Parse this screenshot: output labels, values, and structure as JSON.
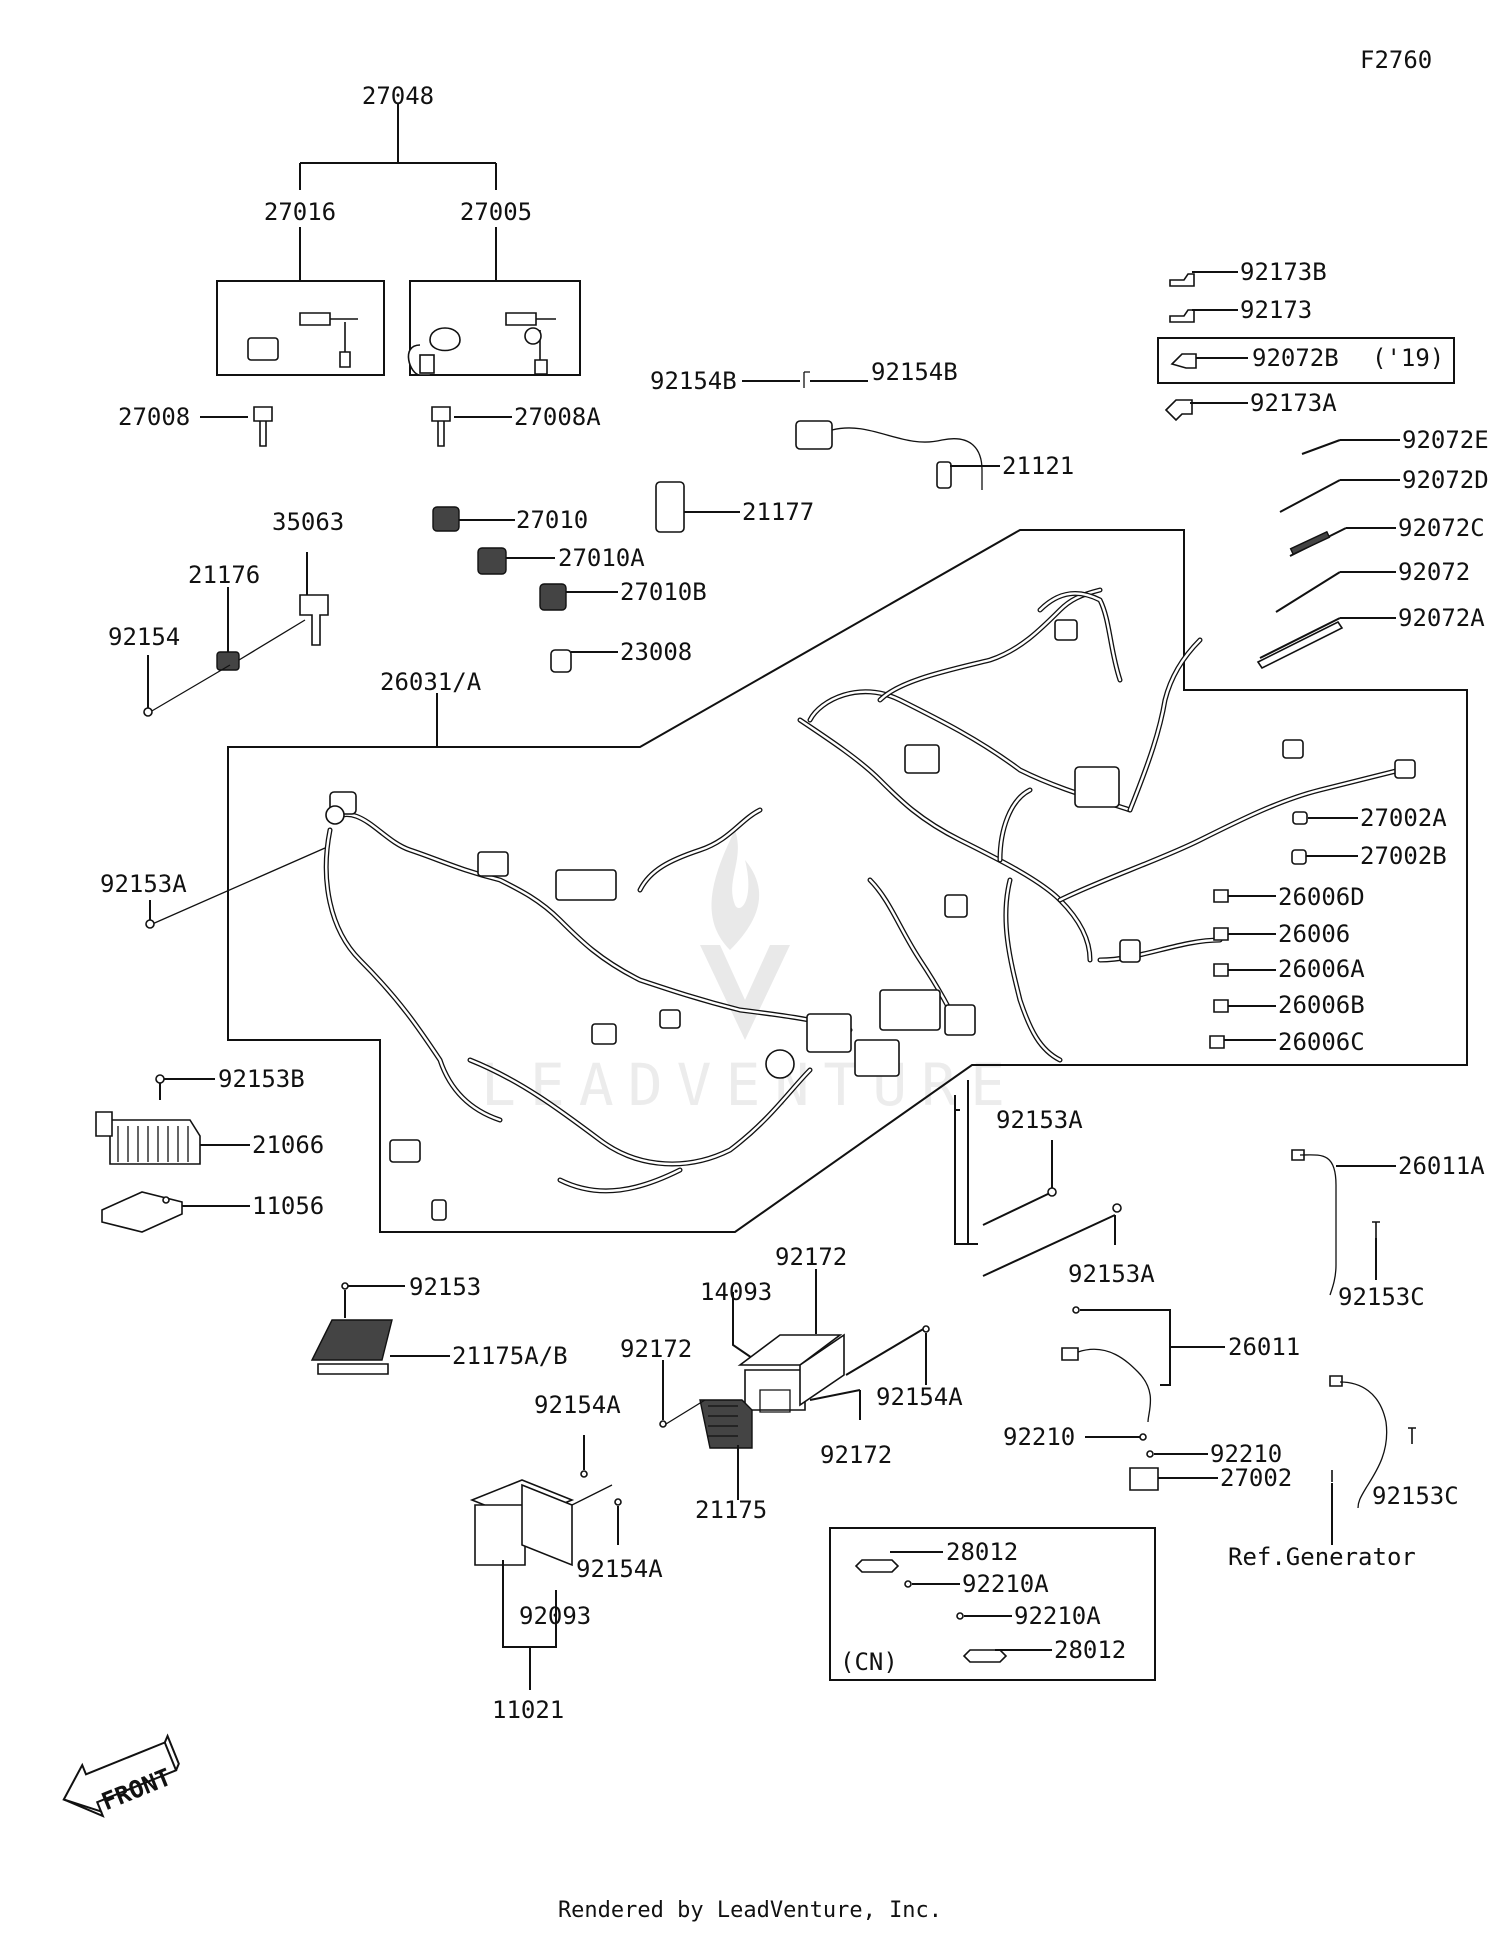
{
  "figure_id": "F2760",
  "footer": "Rendered by LeadVenture, Inc.",
  "watermark": "LEADVENTURE",
  "front_label": "FRONT",
  "parts": [
    {
      "id": "p27048",
      "label": "27048"
    },
    {
      "id": "p27016",
      "label": "27016"
    },
    {
      "id": "p27005",
      "label": "27005"
    },
    {
      "id": "p27008",
      "label": "27008"
    },
    {
      "id": "p27008A",
      "label": "27008A"
    },
    {
      "id": "p92154B_1",
      "label": "92154B"
    },
    {
      "id": "p92154B_2",
      "label": "92154B"
    },
    {
      "id": "p21121",
      "label": "21121"
    },
    {
      "id": "p21177",
      "label": "21177"
    },
    {
      "id": "p27010",
      "label": "27010"
    },
    {
      "id": "p27010A",
      "label": "27010A"
    },
    {
      "id": "p27010B",
      "label": "27010B"
    },
    {
      "id": "p23008",
      "label": "23008"
    },
    {
      "id": "p35063",
      "label": "35063"
    },
    {
      "id": "p21176",
      "label": "21176"
    },
    {
      "id": "p92154",
      "label": "92154"
    },
    {
      "id": "p26031",
      "label": "26031/A"
    },
    {
      "id": "p92153A_1",
      "label": "92153A"
    },
    {
      "id": "p92173B",
      "label": "92173B"
    },
    {
      "id": "p92173",
      "label": "92173"
    },
    {
      "id": "p92072B",
      "label": "92072B"
    },
    {
      "id": "p92072B_note",
      "label": "('19)"
    },
    {
      "id": "p92173A",
      "label": "92173A"
    },
    {
      "id": "p92072E",
      "label": "92072E"
    },
    {
      "id": "p92072D",
      "label": "92072D"
    },
    {
      "id": "p92072C",
      "label": "92072C"
    },
    {
      "id": "p92072",
      "label": "92072"
    },
    {
      "id": "p92072A",
      "label": "92072A"
    },
    {
      "id": "p27002A",
      "label": "27002A"
    },
    {
      "id": "p27002B",
      "label": "27002B"
    },
    {
      "id": "p26006D",
      "label": "26006D"
    },
    {
      "id": "p26006",
      "label": "26006"
    },
    {
      "id": "p26006A",
      "label": "26006A"
    },
    {
      "id": "p26006B",
      "label": "26006B"
    },
    {
      "id": "p26006C",
      "label": "26006C"
    },
    {
      "id": "p92153B",
      "label": "92153B"
    },
    {
      "id": "p21066",
      "label": "21066"
    },
    {
      "id": "p11056",
      "label": "11056"
    },
    {
      "id": "p92153A_2",
      "label": "92153A"
    },
    {
      "id": "p92153A_3",
      "label": "92153A"
    },
    {
      "id": "p26011A",
      "label": "26011A"
    },
    {
      "id": "p92153C_1",
      "label": "92153C"
    },
    {
      "id": "p26011",
      "label": "26011"
    },
    {
      "id": "p92210_1",
      "label": "92210"
    },
    {
      "id": "p92210_2",
      "label": "92210"
    },
    {
      "id": "p27002",
      "label": "27002"
    },
    {
      "id": "p92153C_2",
      "label": "92153C"
    },
    {
      "id": "pRefGen",
      "label": "Ref.Generator"
    },
    {
      "id": "p92153",
      "label": "92153"
    },
    {
      "id": "p21175AB",
      "label": "21175A/B"
    },
    {
      "id": "p92172_1",
      "label": "92172"
    },
    {
      "id": "p14093",
      "label": "14093"
    },
    {
      "id": "p92172_2",
      "label": "92172"
    },
    {
      "id": "p92154A_1",
      "label": "92154A"
    },
    {
      "id": "p92172_3",
      "label": "92172"
    },
    {
      "id": "p21175",
      "label": "21175"
    },
    {
      "id": "p92154A_2",
      "label": "92154A"
    },
    {
      "id": "p92154A_3",
      "label": "92154A"
    },
    {
      "id": "p92093",
      "label": "92093"
    },
    {
      "id": "p11021",
      "label": "11021"
    },
    {
      "id": "p28012_1",
      "label": "28012"
    },
    {
      "id": "p92210A_1",
      "label": "92210A"
    },
    {
      "id": "p92210A_2",
      "label": "92210A"
    },
    {
      "id": "p28012_2",
      "label": "28012"
    },
    {
      "id": "pCN",
      "label": "(CN)"
    }
  ]
}
